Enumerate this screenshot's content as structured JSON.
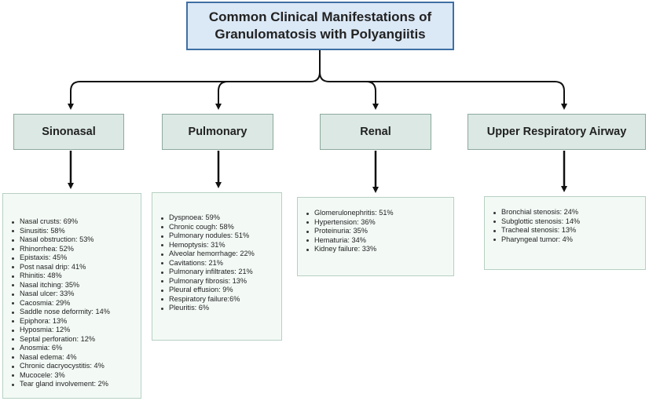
{
  "title": "Common Clinical Manifestations of\nGranulomatosis with Polyangiitis",
  "categories": [
    {
      "id": "sinonasal",
      "label": "Sinonasal",
      "items": [
        "Nasal crusts: 69%",
        "Sinusitis: 58%",
        "Nasal obstruction: 53%",
        "Rhinorrhea: 52%",
        "Epistaxis: 45%",
        "Post nasal drip: 41%",
        "Rhinitis: 48%",
        "Nasal itching: 35%",
        "Nasal ulcer: 33%",
        "Cacosmia: 29%",
        "Saddle nose deformity: 14%",
        "Epiphora: 13%",
        "Hyposmia: 12%",
        "Septal perforation: 12%",
        "Anosmia: 6%",
        "Nasal edema: 4%",
        "Chronic dacryocystitis: 4%",
        "Mucocele: 3%",
        "Tear gland involvement: 2%"
      ]
    },
    {
      "id": "pulmonary",
      "label": "Pulmonary",
      "items": [
        "Dyspnoea: 59%",
        "Chronic cough: 58%",
        "Pulmonary nodules: 51%",
        "Hemoptysis: 31%",
        "Alveolar hemorrhage: 22%",
        "Cavitations: 21%",
        "Pulmonary infiltrates: 21%",
        "Pulmonary fibrosis: 13%",
        "Pleural effusion: 9%",
        "Respiratory failure:6%",
        "Pleuritis: 6%"
      ]
    },
    {
      "id": "renal",
      "label": "Renal",
      "items": [
        "Glomerulonephritis: 51%",
        "Hypertension: 36%",
        "Proteinuria: 35%",
        "Hematuria: 34%",
        "Kidney failure: 33%"
      ]
    },
    {
      "id": "upper-respiratory-airway",
      "label": "Upper Respiratory Airway",
      "items": [
        "Bronchial stenosis: 24%",
        "Subglottic stenosis: 14%",
        "Tracheal stenosis: 13%",
        "Pharyngeal tumor: 4%"
      ]
    }
  ],
  "colors": {
    "title_fill": "#dbe8f6",
    "title_border": "#3f6fa3",
    "category_fill": "#dbe8e3",
    "category_border": "#8ca99c",
    "list_fill": "#f3faf6",
    "list_border": "#b7d0c2",
    "connector": "#111111"
  }
}
